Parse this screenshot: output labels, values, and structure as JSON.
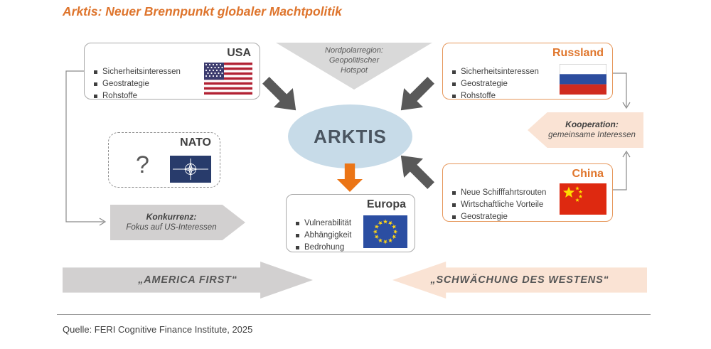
{
  "title": "Arktis: Neuer Brennpunkt globaler Machtpolitik",
  "center": {
    "label": "ARKTIS",
    "triangle": {
      "line1": "Nordpolarregion:",
      "line2": "Geopolitischer",
      "line3": "Hotspot"
    }
  },
  "boxes": {
    "usa": {
      "label": "USA",
      "items": [
        "Sicherheitsinteressen",
        "Geostrategie",
        "Rohstoffe"
      ]
    },
    "russland": {
      "label": "Russland",
      "items": [
        "Sicherheitsinteressen",
        "Geostrategie",
        "Rohstoffe"
      ]
    },
    "nato": {
      "label": "NATO",
      "question": "?"
    },
    "china": {
      "label": "China",
      "items": [
        "Neue Schifffahrtsrouten",
        "Wirtschaftliche Vorteile",
        "Geostrategie"
      ]
    },
    "europa": {
      "label": "Europa",
      "items": [
        "Vulnerabilität",
        "Abhängigkeit",
        "Bedrohung"
      ]
    }
  },
  "arrows": {
    "kooperation": {
      "title": "Kooperation:",
      "subtitle": "gemeinsame Interessen"
    },
    "konkurrenz": {
      "title": "Konkurrenz:",
      "subtitle": "Fokus auf US-Interessen"
    },
    "america_first": "„AMERICA FIRST“",
    "schwaechung": "„SCHWÄCHUNG DES WESTENS“"
  },
  "source": "Quelle: FERI Cognitive Finance Institute, 2025",
  "icons": [
    "usa-flag-icon",
    "russia-flag-icon",
    "nato-flag-icon",
    "china-flag-icon",
    "eu-flag-icon"
  ],
  "colors": {
    "title_orange": "#DE742C",
    "orange_border": "#E6975B",
    "orange_arrow": "#EB7516",
    "peach": "#FAE3D4",
    "gray_arrow": "#D2D0D0",
    "dark_gray_arrow": "#595959",
    "ellipse_blue": "#C7DBE8"
  }
}
